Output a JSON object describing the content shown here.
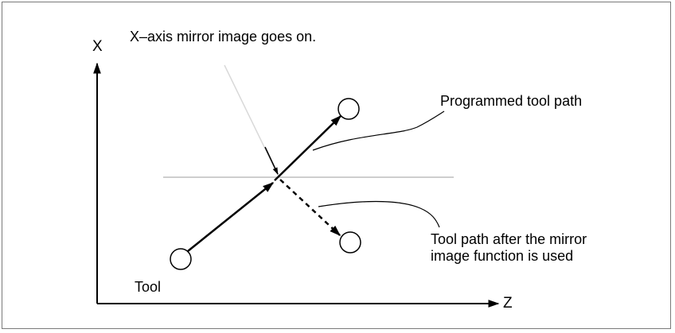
{
  "labels": {
    "x_axis": "X",
    "z_axis": "Z",
    "title": "X–axis mirror image goes on.",
    "programmed_path": "Programmed tool path",
    "mirror_path_line1": "Tool path after the mirror",
    "mirror_path_line2": "image function is used",
    "tool": "Tool"
  },
  "colors": {
    "ink": "#000000",
    "mirror_axis_line": "#bdbdbd",
    "pointer_line": "#d9d9d9",
    "frame": "#7a7a7a"
  }
}
